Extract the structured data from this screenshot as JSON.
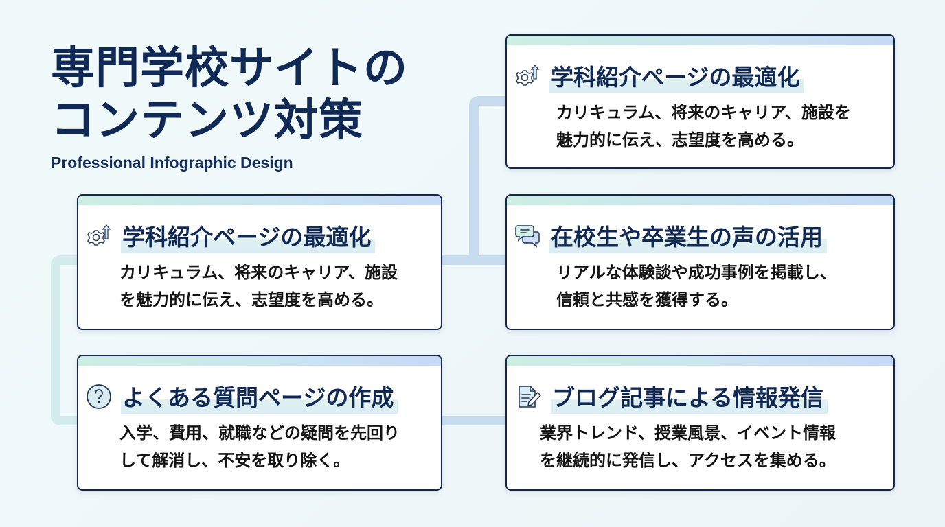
{
  "header": {
    "title_line1": "専門学校サイトの",
    "title_line2": "コンテンツ対策",
    "subtitle": "Professional Infographic Design"
  },
  "colors": {
    "title": "#112a55",
    "card_border": "#14264a",
    "connector_blue": "#c8dcf0",
    "connector_teal": "#d4ecec",
    "strip_start": "#cdeee2",
    "strip_end": "#c6d9f5",
    "background": "#f1fafb"
  },
  "cards": [
    {
      "icon": "gear-arrow-up-icon",
      "title": "学科紹介ページの最適化",
      "body_line1": "カリキュラム、将来のキャリア、施設",
      "body_line2": "を魅力的に伝え、志望度を高める。"
    },
    {
      "icon": "question-circle-icon",
      "title": "よくある質問ページの作成",
      "body_line1": "入学、費用、就職などの疑問を先回り",
      "body_line2": "して解消し、不安を取り除く。"
    },
    {
      "icon": "gear-arrow-up-icon",
      "title": "学科紹介ページの最適化",
      "body_line1": "カリキュラム、将来のキャリア、施設を",
      "body_line2": "魅力的に伝え、志望度を高める。"
    },
    {
      "icon": "speech-bubbles-icon",
      "title": "在校生や卒業生の声の活用",
      "body_line1": "リアルな体験談や成功事例を掲載し、",
      "body_line2": "信頼と共感を獲得する。"
    },
    {
      "icon": "document-pen-icon",
      "title": "ブログ記事による情報発信",
      "body_line1": "業界トレンド、授業風景、イベント情報",
      "body_line2": "を継続的に発信し、アクセスを集める。"
    }
  ]
}
